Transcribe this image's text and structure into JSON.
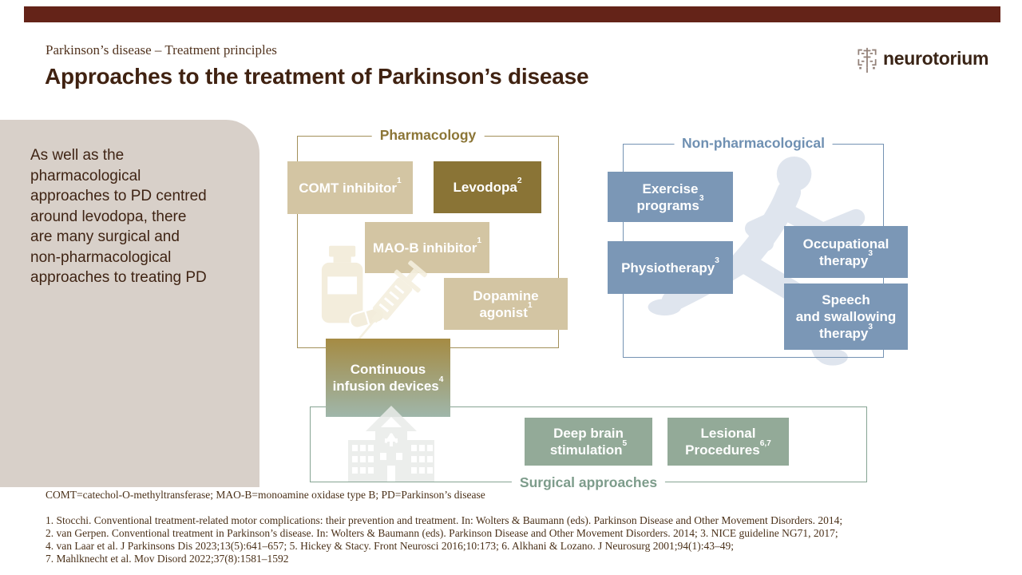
{
  "header": {
    "eyebrow": "Parkinson’s disease – Treatment principles",
    "title": "Approaches to the treatment of Parkinson’s disease",
    "logo_text": "neurotorium"
  },
  "sidebar": {
    "lines": [
      "As well as the",
      "pharmacological",
      "approaches to PD centred",
      "around levodopa, there",
      "are many surgical and",
      "non-pharmacological",
      "approaches to treating PD"
    ]
  },
  "pharmacology": {
    "title": "Pharmacology",
    "boxes": {
      "comt": {
        "lines": [
          [
            {
              "t": "COMT inhibitor"
            },
            {
              "s": "1"
            }
          ]
        ]
      },
      "levodopa": {
        "lines": [
          [
            {
              "t": "Levodopa"
            },
            {
              "s": "2"
            }
          ]
        ]
      },
      "maob": {
        "lines": [
          [
            {
              "t": "MAO-B inhibitor"
            },
            {
              "s": "1"
            }
          ]
        ]
      },
      "dopamine": {
        "lines": [
          [
            {
              "t": "Dopamine"
            }
          ],
          [
            {
              "t": "agonist"
            },
            {
              "s": "1"
            }
          ]
        ]
      }
    },
    "infusion": {
      "lines": [
        [
          {
            "t": "Continuous"
          }
        ],
        [
          {
            "t": "infusion devices"
          },
          {
            "s": "4"
          }
        ]
      ],
      "gradient_top": "#a58b43",
      "gradient_bottom": "#9fb6aa"
    }
  },
  "non_pharmacological": {
    "title": "Non-pharmacological",
    "boxes": {
      "exercise": {
        "lines": [
          [
            {
              "t": "Exercise"
            }
          ],
          [
            {
              "t": "programs"
            },
            {
              "s": "3"
            }
          ]
        ]
      },
      "physio": {
        "lines": [
          [
            {
              "t": "Physiotherapy"
            },
            {
              "s": "3"
            }
          ]
        ]
      },
      "occupational": {
        "lines": [
          [
            {
              "t": "Occupational"
            }
          ],
          [
            {
              "t": "therapy"
            },
            {
              "s": "3"
            }
          ]
        ]
      },
      "speech": {
        "lines": [
          [
            {
              "t": "Speech"
            }
          ],
          [
            {
              "t": "and swallowing"
            }
          ],
          [
            {
              "t": "therapy"
            },
            {
              "s": "3"
            }
          ]
        ]
      }
    }
  },
  "surgical": {
    "title": "Surgical approaches",
    "boxes": {
      "dbs": {
        "lines": [
          [
            {
              "t": "Deep brain"
            }
          ],
          [
            {
              "t": "stimulation"
            },
            {
              "s": "5"
            }
          ]
        ]
      },
      "lesional": {
        "lines": [
          [
            {
              "t": "Lesional"
            }
          ],
          [
            {
              "t": "Procedures"
            },
            {
              "s": "6,7"
            }
          ]
        ]
      }
    }
  },
  "footer": {
    "abbreviations": "COMT=catechol-O-methyltransferase; MAO-B=monoamine oxidase type B; PD=Parkinson’s disease",
    "references": [
      "1. Stocchi. Conventional treatment-related motor complications: their prevention and treatment. In: Wolters & Baumann (eds). Parkinson Disease and Other Movement Disorders. 2014;",
      "2. van Gerpen. Conventional treatment in Parkinson’s disease. In: Wolters & Baumann (eds). Parkinson Disease and Other Movement Disorders. 2014; 3. NICE guideline NG71, 2017;",
      "4. van Laar et al. J Parkinsons Dis 2023;13(5):641–657; 5. Hickey & Stacy. Front Neurosci 2016;10:173; 6. Alkhani & Lozano. J Neurosurg 2001;94(1):43–49;",
      "7. Mahlknecht et al. Mov Disord 2022;37(8):1581–1592"
    ]
  },
  "colors": {
    "accent_bar": "#642318",
    "eyebrow_text": "#52341f",
    "title_text": "#402211",
    "logo_text": "#3a2416",
    "logo_icon": "#94827a",
    "sidebar_bg": "#d8d0c9",
    "sidebar_text": "#3f2414",
    "tan": "#d3c5a3",
    "gold": "#8a7436",
    "pharm_outline": "#a3905a",
    "pharm_title": "#8c7637",
    "blue": "#7b97b6",
    "np_outline": "#7593b3",
    "np_title": "#6f90b2",
    "sage": "#93aa98",
    "surg_outline": "#86a493",
    "surg_title": "#7d9c8b",
    "icon_cream": "#f3eddc",
    "icon_blue": "#dfe5ee",
    "icon_hospital": "#e9ece9",
    "footer_text": "#4a3018"
  }
}
